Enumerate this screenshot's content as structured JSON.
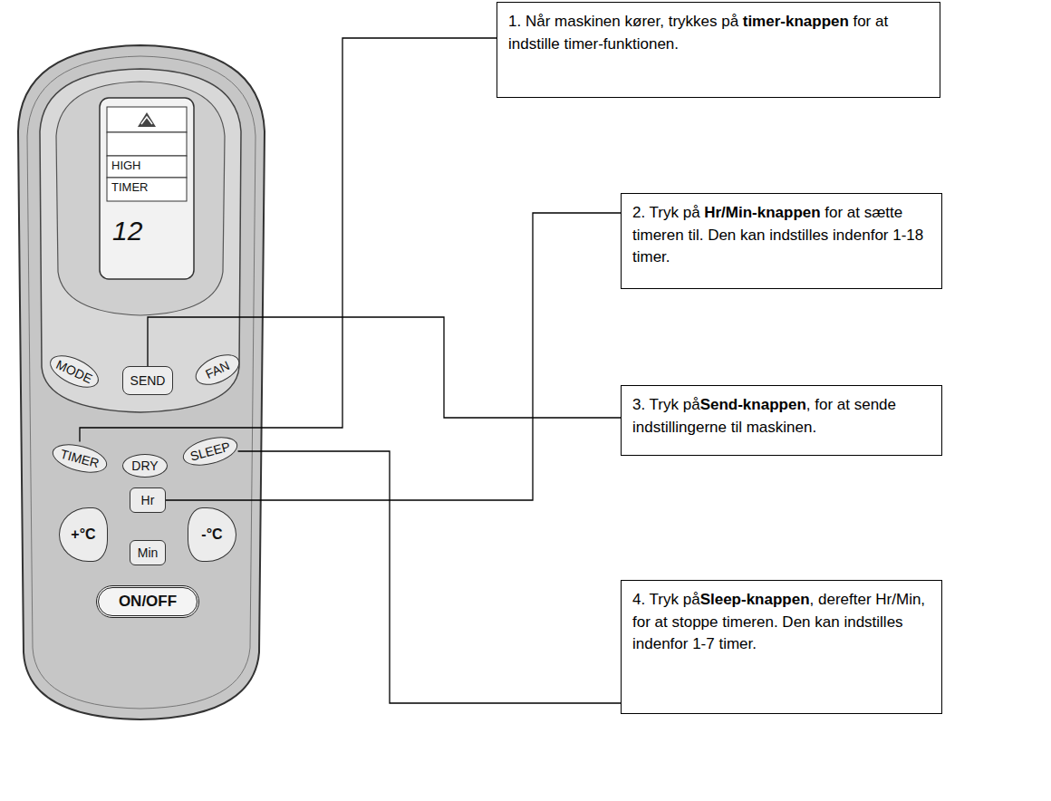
{
  "diagram": {
    "nodes": [
      {
        "text": [
          "1. Når maskinen kører, trykkes på",
          "timer-knappen",
          "for at indstille timer-funktionen."
        ]
      },
      {
        "text": [
          "2. Tryk på",
          "Hr/Min-knappen",
          "for at sætte timeren til. Den kan indstilles indenfor 1-18 timer."
        ]
      },
      {
        "text": [
          "3. Tryk på",
          "Send-knappen",
          ", for at sende indstillingerne til maskinen."
        ]
      },
      {
        "text": [
          "4. Tryk på",
          "Sleep-knappen",
          ", derefter Hr/Min, for at stoppe timeren. Den kan indstilles indenfor 1-7 timer."
        ]
      },
      {
        "text": [
          "MODE"
        ]
      },
      {
        "text": [
          "SEND"
        ]
      },
      {
        "text": [
          "FAN"
        ]
      },
      {
        "text": [
          "TIMER"
        ]
      },
      {
        "text": [
          "DRY"
        ]
      },
      {
        "text": [
          "SLEEP"
        ]
      },
      {
        "text": [
          "Hr"
        ]
      },
      {
        "text": [
          "+°C"
        ]
      },
      {
        "text": [
          "-°C"
        ]
      },
      {
        "text": [
          "Min"
        ]
      },
      {
        "text": [
          "ON/OFF"
        ]
      }
    ],
    "edges": [
      {
        "from": 0,
        "to": 7,
        "arrow": "none"
      },
      {
        "from": 1,
        "to": 10,
        "arrow": "none"
      },
      {
        "from": 2,
        "to": 5,
        "arrow": "none"
      },
      {
        "from": 3,
        "to": 9,
        "arrow": "none"
      }
    ],
    "labels": [
      "HIGH",
      "TIMER",
      "12"
    ]
  }
}
